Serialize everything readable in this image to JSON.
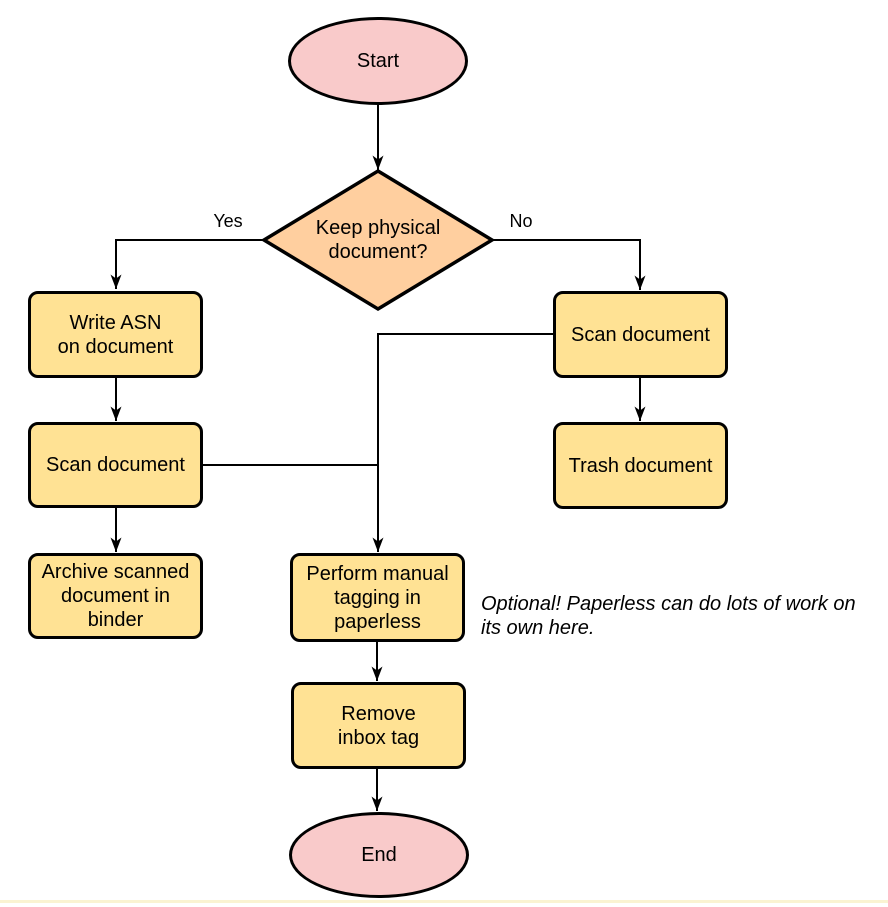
{
  "diagram": {
    "nodes": {
      "start": {
        "label": "Start",
        "shape": "terminator"
      },
      "decision": {
        "label": "Keep physical\ndocument?",
        "shape": "decision"
      },
      "write_asn": {
        "label": "Write ASN\non document",
        "shape": "process"
      },
      "scan_left": {
        "label": "Scan document",
        "shape": "process"
      },
      "archive": {
        "label": "Archive scanned\ndocument in\nbinder",
        "shape": "process"
      },
      "scan_right": {
        "label": "Scan document",
        "shape": "process"
      },
      "trash": {
        "label": "Trash document",
        "shape": "process"
      },
      "tagging": {
        "label": "Perform manual\ntagging in\npaperless",
        "shape": "process"
      },
      "remove_inbox": {
        "label": "Remove\ninbox tag",
        "shape": "process"
      },
      "end": {
        "label": "End",
        "shape": "terminator"
      }
    },
    "edge_labels": {
      "yes": "Yes",
      "no": "No"
    },
    "annotation": "Optional! Paperless can do lots of work on\nits own here.",
    "colors": {
      "terminator_fill": "#f9caca",
      "decision_fill": "#ffcf9f",
      "process_fill": "#ffe294",
      "stroke": "#000000",
      "background": "#ffffff"
    }
  }
}
